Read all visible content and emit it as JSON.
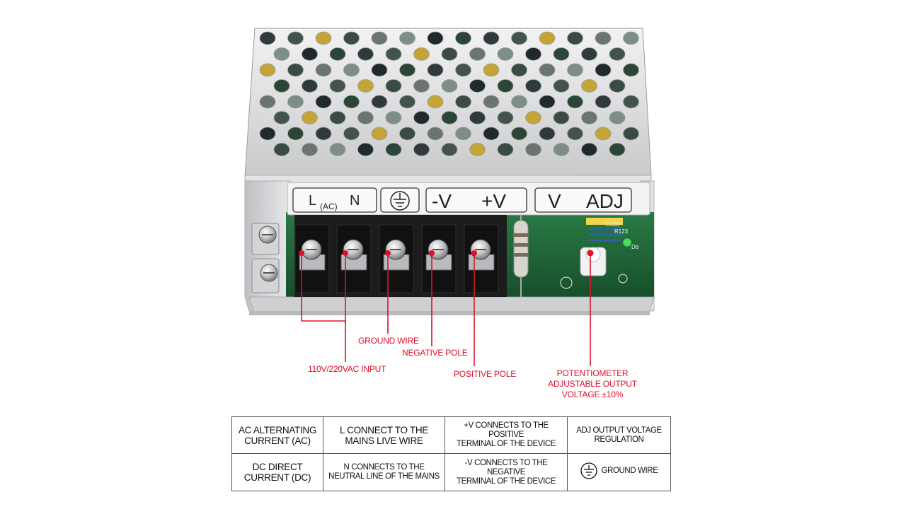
{
  "label_strip": {
    "ac": {
      "l": "L",
      "ac": "(AC)",
      "n": "N"
    },
    "minus_v": "-V",
    "plus_v": "+V",
    "v": "V",
    "adj": "ADJ"
  },
  "pcb_marks": [
    "C120",
    "R123",
    "D6"
  ],
  "callouts": {
    "ground_wire": "GROUND WIRE",
    "negative_pole": "NEGATIVE POLE",
    "ac_input": "110V/220VAC INPUT",
    "positive_pole": "POSITIVE POLE",
    "potentiometer": [
      "POTENTIOMETER",
      "ADJUSTABLE OUTPUT",
      "VOLTAGE ±10%"
    ]
  },
  "legend": {
    "rows": [
      {
        "c1": [
          "AC ALTERNATING",
          "CURRENT (AC)"
        ],
        "c2": [
          "L  CONNECT TO THE",
          "MAINS LIVE WIRE"
        ],
        "c3": [
          "+V CONNECTS TO THE POSITIVE",
          "TERMINAL OF THE DEVICE"
        ],
        "c4": [
          "ADJ  OUTPUT VOLTAGE",
          "REGULATION"
        ]
      },
      {
        "c1": [
          "DC DIRECT",
          "CURRENT (DC)"
        ],
        "c2": [
          "N  CONNECTS TO THE",
          "NEUTRAL LINE OF THE MAINS"
        ],
        "c3": [
          "-V CONNECTS TO THE NEGATIVE",
          "TERMINAL OF THE DEVICE"
        ],
        "c4": [
          "GROUND WIRE"
        ]
      }
    ]
  },
  "colors": {
    "callout_red": "#e0102a",
    "pcb_green": "#1f6b3a",
    "terminal_black": "#1c1c1c",
    "case_silver": "#d9dadc"
  }
}
